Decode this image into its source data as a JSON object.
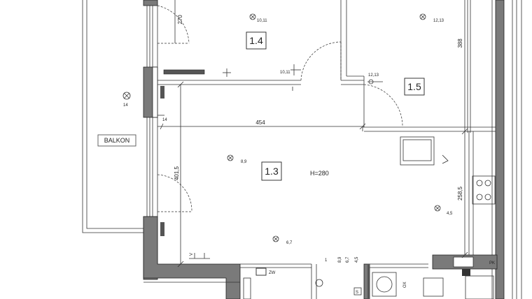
{
  "rooms": {
    "r14": {
      "label": "1.4"
    },
    "r15": {
      "label": "1.5"
    },
    "r13": {
      "label": "1.3"
    }
  },
  "height_note": "H=280",
  "balkon_label": "BALKON",
  "dimensions": {
    "d270": "270",
    "d388": "388",
    "d454": "454",
    "d4015": "401,5",
    "d2585": "258,5"
  },
  "fixture_codes": {
    "c1011_top": "10,11",
    "c1213_top": "12,13",
    "c1011_sw": "10,11",
    "c1213_sw": "12,13",
    "c14_balkon": "14",
    "c14_wall": "14",
    "c89": "8,9",
    "c45": "4,5",
    "c67": "6,7",
    "c89_row": "8,9",
    "c67_row": "6,7",
    "c45_row": "4,5",
    "c1_row": "1"
  },
  "labels": {
    "zw": "ZW",
    "pk": "PK",
    "s": "S",
    "ox": "OX",
    "v": "V"
  }
}
